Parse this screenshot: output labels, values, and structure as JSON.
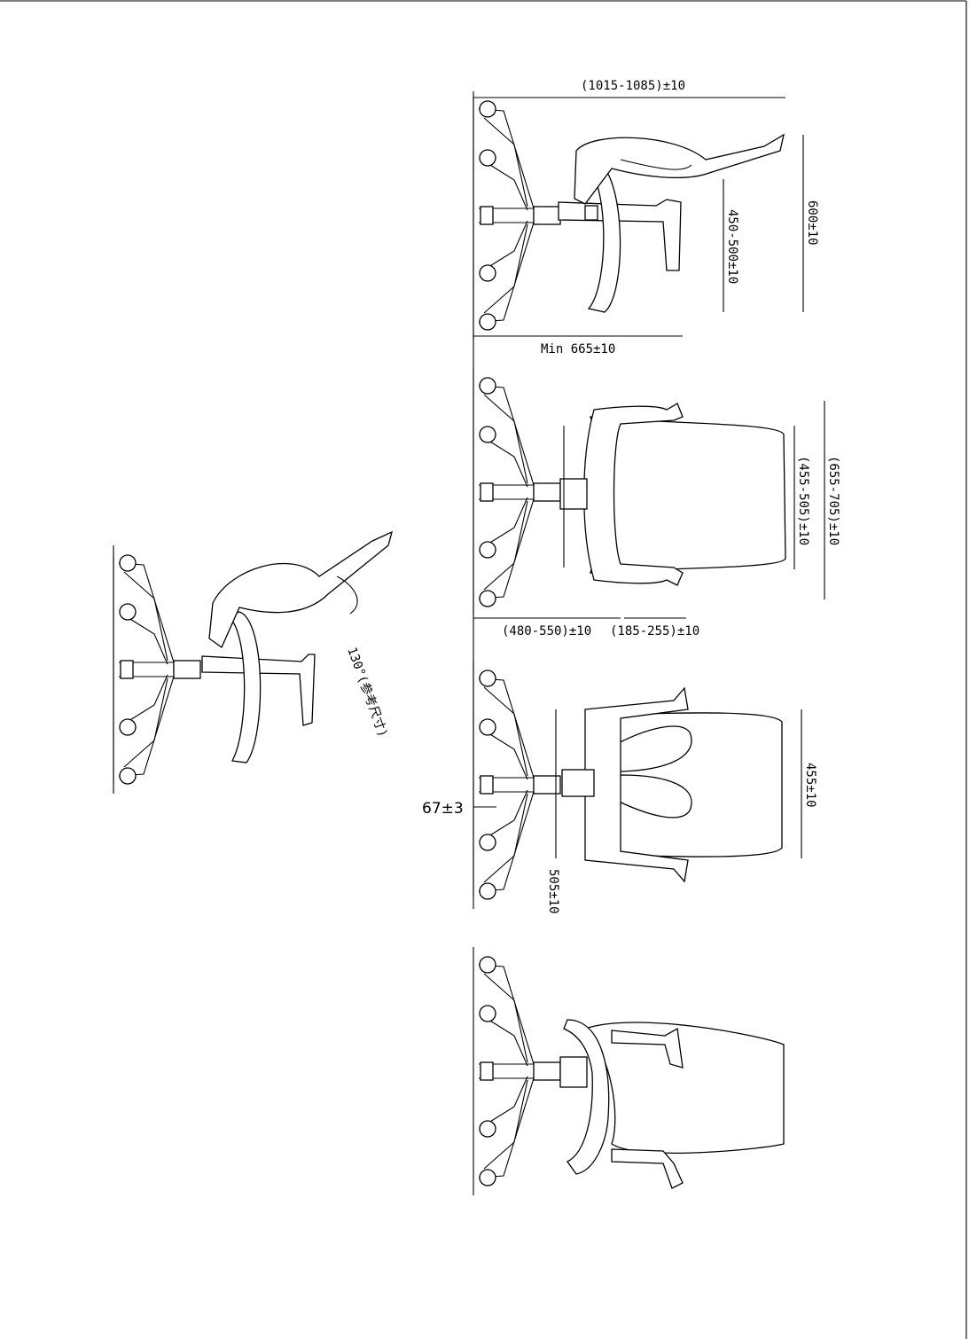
{
  "drawing": {
    "dimensions": {
      "overall_depth": "(1015-1085)±10",
      "seat_depth": "450-500±10",
      "arm_height": "600±10",
      "min_depth": "Min 665±10",
      "seat_height": "(455-505)±10",
      "total_height": "(655-705)±10",
      "base_to_seat": "(480-550)±10",
      "arm_range": "(185-255)±10",
      "back_width": "455±10",
      "seat_width": "505±10",
      "caster_offset": "67±3"
    },
    "recline_note": "130°(参考尺寸)"
  },
  "icons": {
    "side_view_reclined": "chair-side-reclined-icon",
    "side_view": "chair-side-icon",
    "front_view": "chair-front-icon",
    "back_view": "chair-back-icon",
    "perspective_view": "chair-perspective-icon"
  }
}
